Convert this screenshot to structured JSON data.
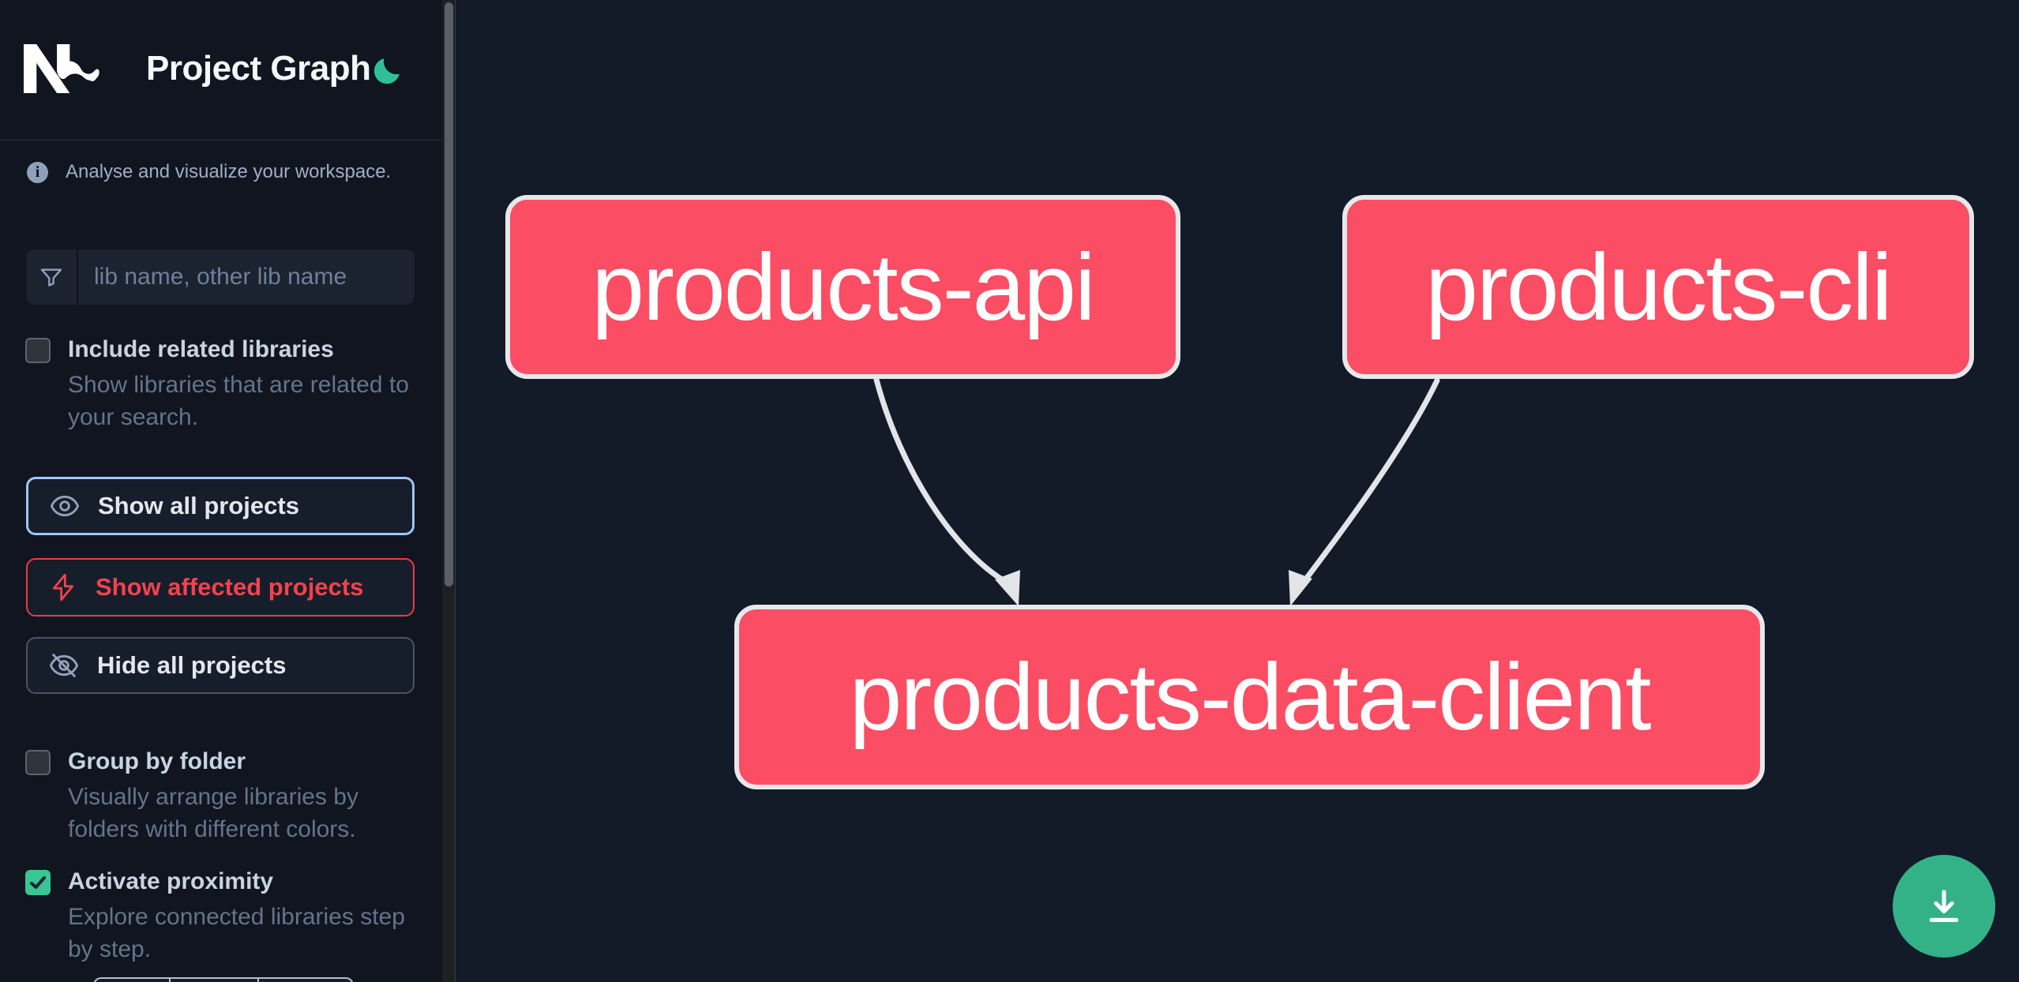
{
  "header": {
    "logo": "Nx",
    "title": "Project Graph",
    "theme_icon": "moon-icon"
  },
  "sidebar": {
    "info": {
      "text": "Analyse and visualize your workspace."
    },
    "search": {
      "placeholder": "lib name, other lib name",
      "value": "",
      "icon": "filter-funnel-icon"
    },
    "toggles": [
      {
        "label": "Include related libraries",
        "desc_line1": "Show libraries that are related to",
        "desc_line2": "your search.",
        "checked": false
      },
      {
        "label": "Group by folder",
        "desc_line1": "Visually arrange libraries by",
        "desc_line2": "folders with different colors.",
        "checked": false
      },
      {
        "label": "Activate proximity",
        "desc_line1": "Explore connected libraries step",
        "desc_line2": "by step.",
        "checked": true
      }
    ],
    "buttons": [
      {
        "label": "Show all projects",
        "icon": "eye-icon",
        "state": "focused"
      },
      {
        "label": "Show affected projects",
        "icon": "bolt-icon",
        "state": "affected"
      },
      {
        "label": "Hide all projects",
        "icon": "eye-slash-icon",
        "state": "default"
      }
    ]
  },
  "graph": {
    "nodes": [
      {
        "id": "products-api",
        "label": "products-api"
      },
      {
        "id": "products-cli",
        "label": "products-cli"
      },
      {
        "id": "products-data-client",
        "label": "products-data-client"
      }
    ],
    "edges": [
      {
        "source": "products-api",
        "target": "products-data-client"
      },
      {
        "source": "products-cli",
        "target": "products-data-client"
      }
    ]
  },
  "fab": {
    "icon": "download-icon"
  },
  "colors": {
    "sidebar_bg": "#10151f",
    "canvas_bg": "#131a28",
    "node_fill": "#fb4d63",
    "node_border": "#e7e8ec",
    "edge": "#e2e4e8",
    "accent_moon_green": "#2fc195",
    "fab_green": "#34b287",
    "checkbox_checked_green": "#38c693",
    "focus_blue_border": "#9ec7f7",
    "affected_red": "#f3424d",
    "muted_text": "#64748b",
    "label_text": "#c9d4e3"
  }
}
